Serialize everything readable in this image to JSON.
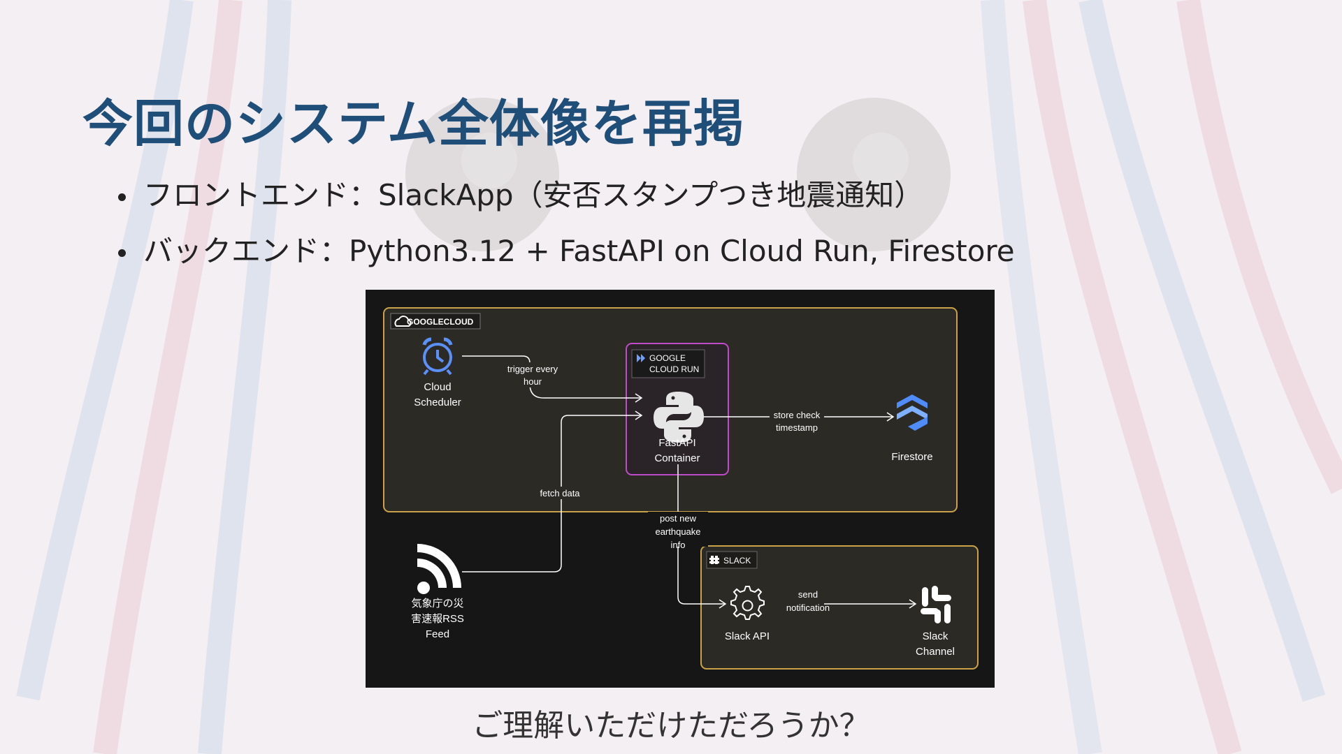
{
  "slide": {
    "title": "今回のシステム全体像を再掲",
    "bullets": [
      "フロントエンド：SlackApp（安否スタンプつき地震通知）",
      "バックエンド：Python3.12 + FastAPI on Cloud Run, Firestore"
    ],
    "caption": "ご理解いただけただろうか？"
  },
  "diagram": {
    "gcp_group": "GOOGLECLOUD",
    "cloudrun_group_line1": "GOOGLE",
    "cloudrun_group_line2": "CLOUD RUN",
    "slack_group": "SLACK",
    "scheduler_line1": "Cloud",
    "scheduler_line2": "Scheduler",
    "fastapi_line1": "FastAPI",
    "fastapi_line2": "Container",
    "firestore": "Firestore",
    "rss_line1": "気象庁の災",
    "rss_line2": "害速報RSS",
    "rss_line3": "Feed",
    "slackapi": "Slack API",
    "slackchannel_line1": "Slack",
    "slackchannel_line2": "Channel",
    "edge_trigger_line1": "trigger every",
    "edge_trigger_line2": "hour",
    "edge_store_line1": "store check",
    "edge_store_line2": "timestamp",
    "edge_fetch": "fetch data",
    "edge_post_line1": "post new",
    "edge_post_line2": "earthquake",
    "edge_post_line3": "info",
    "edge_send_line1": "send",
    "edge_send_line2": "notification",
    "colors": {
      "gcp_border": "#c9a24a",
      "cloudrun_border": "#c04bc8",
      "slack_border": "#c9a24a",
      "scheduler_blue": "#5b8ff9",
      "firestore_blue": "#4f8cf7"
    }
  }
}
